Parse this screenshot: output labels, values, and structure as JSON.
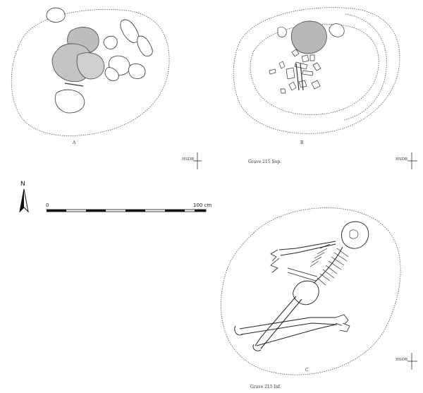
{
  "panels": {
    "a": {
      "letter": "A",
      "datum_label": "HSDB"
    },
    "b": {
      "letter": "B",
      "caption": "Grave 215 Sup.",
      "datum_label": "HSDB"
    },
    "c": {
      "letter": "C",
      "caption": "Grave 215 Inf.",
      "datum_label": "HSDB"
    }
  },
  "north_arrow": {
    "label": "N"
  },
  "scale_bar": {
    "start_label": "0",
    "end_label": "100 cm"
  }
}
